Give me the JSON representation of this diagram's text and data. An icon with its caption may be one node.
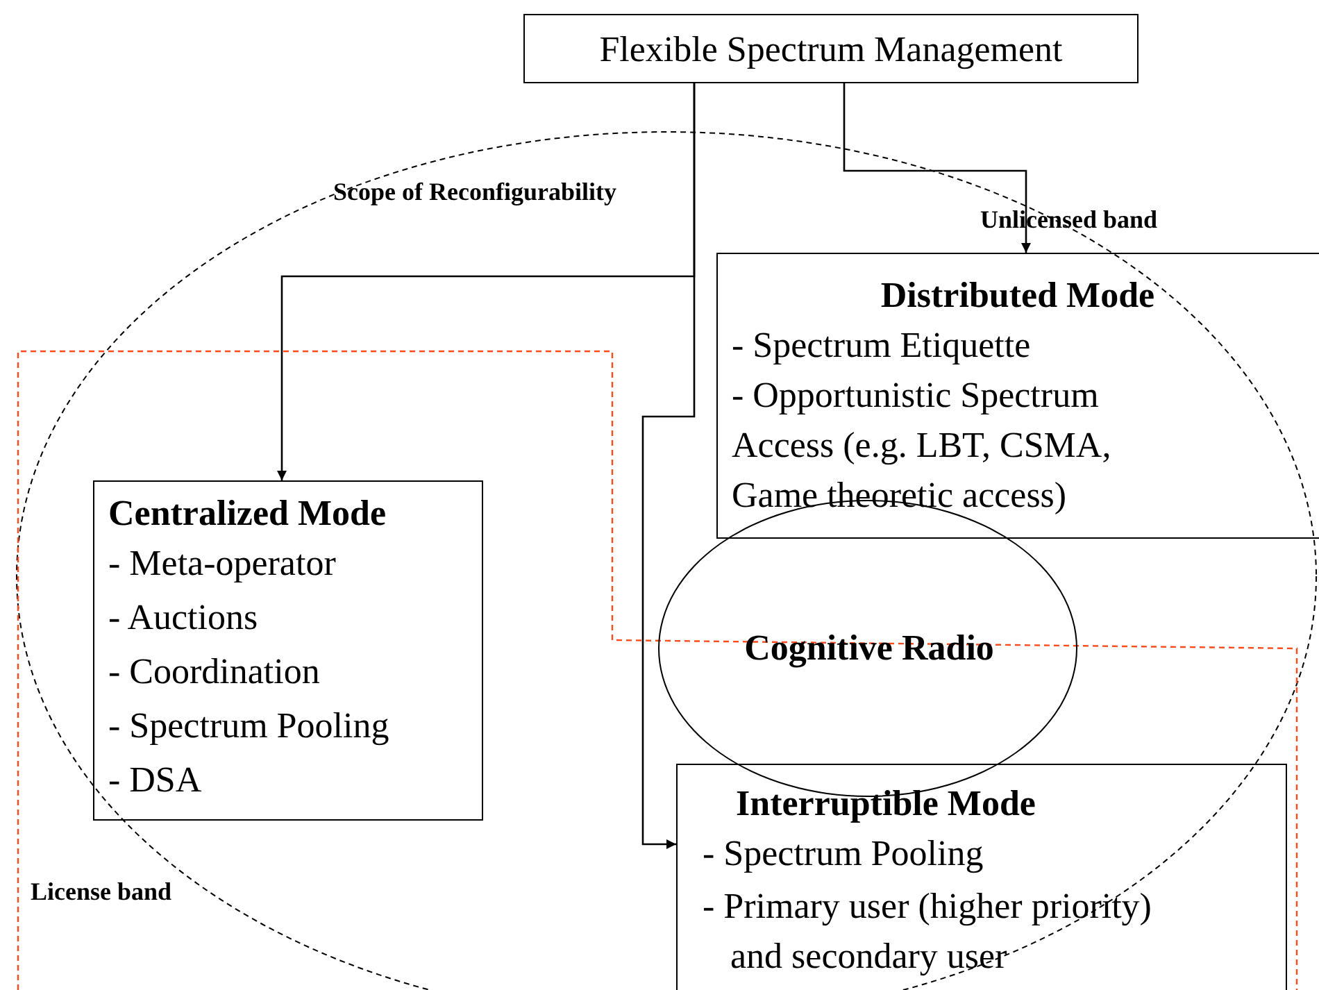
{
  "diagram": {
    "nodes": [
      {
        "text": [
          "Flexible Spectrum Management"
        ]
      },
      {
        "text": [
          "Distributed Mode",
          "- Spectrum Etiquette",
          "- Opportunistic Spectrum Access (e.g. LBT, CSMA, Game theoretic access)"
        ]
      },
      {
        "text": [
          "Centralized Mode",
          "- Meta-operator",
          "- Auctions",
          "- Coordination",
          "- Spectrum Pooling",
          "- DSA"
        ]
      },
      {
        "text": [
          "Cognitive Radio"
        ]
      },
      {
        "text": [
          "Interruptible Mode",
          "- Spectrum Pooling",
          "- Primary user (higher priority) and secondary user"
        ]
      }
    ],
    "edges": [
      {
        "from": 0,
        "to": 1,
        "arrow": "to"
      },
      {
        "from": 0,
        "to": 2,
        "arrow": "to"
      },
      {
        "from": 0,
        "to": 4,
        "arrow": "to"
      }
    ],
    "labels": [
      "Scope of Reconfigurability",
      "Unlicensed band",
      "License band"
    ]
  }
}
